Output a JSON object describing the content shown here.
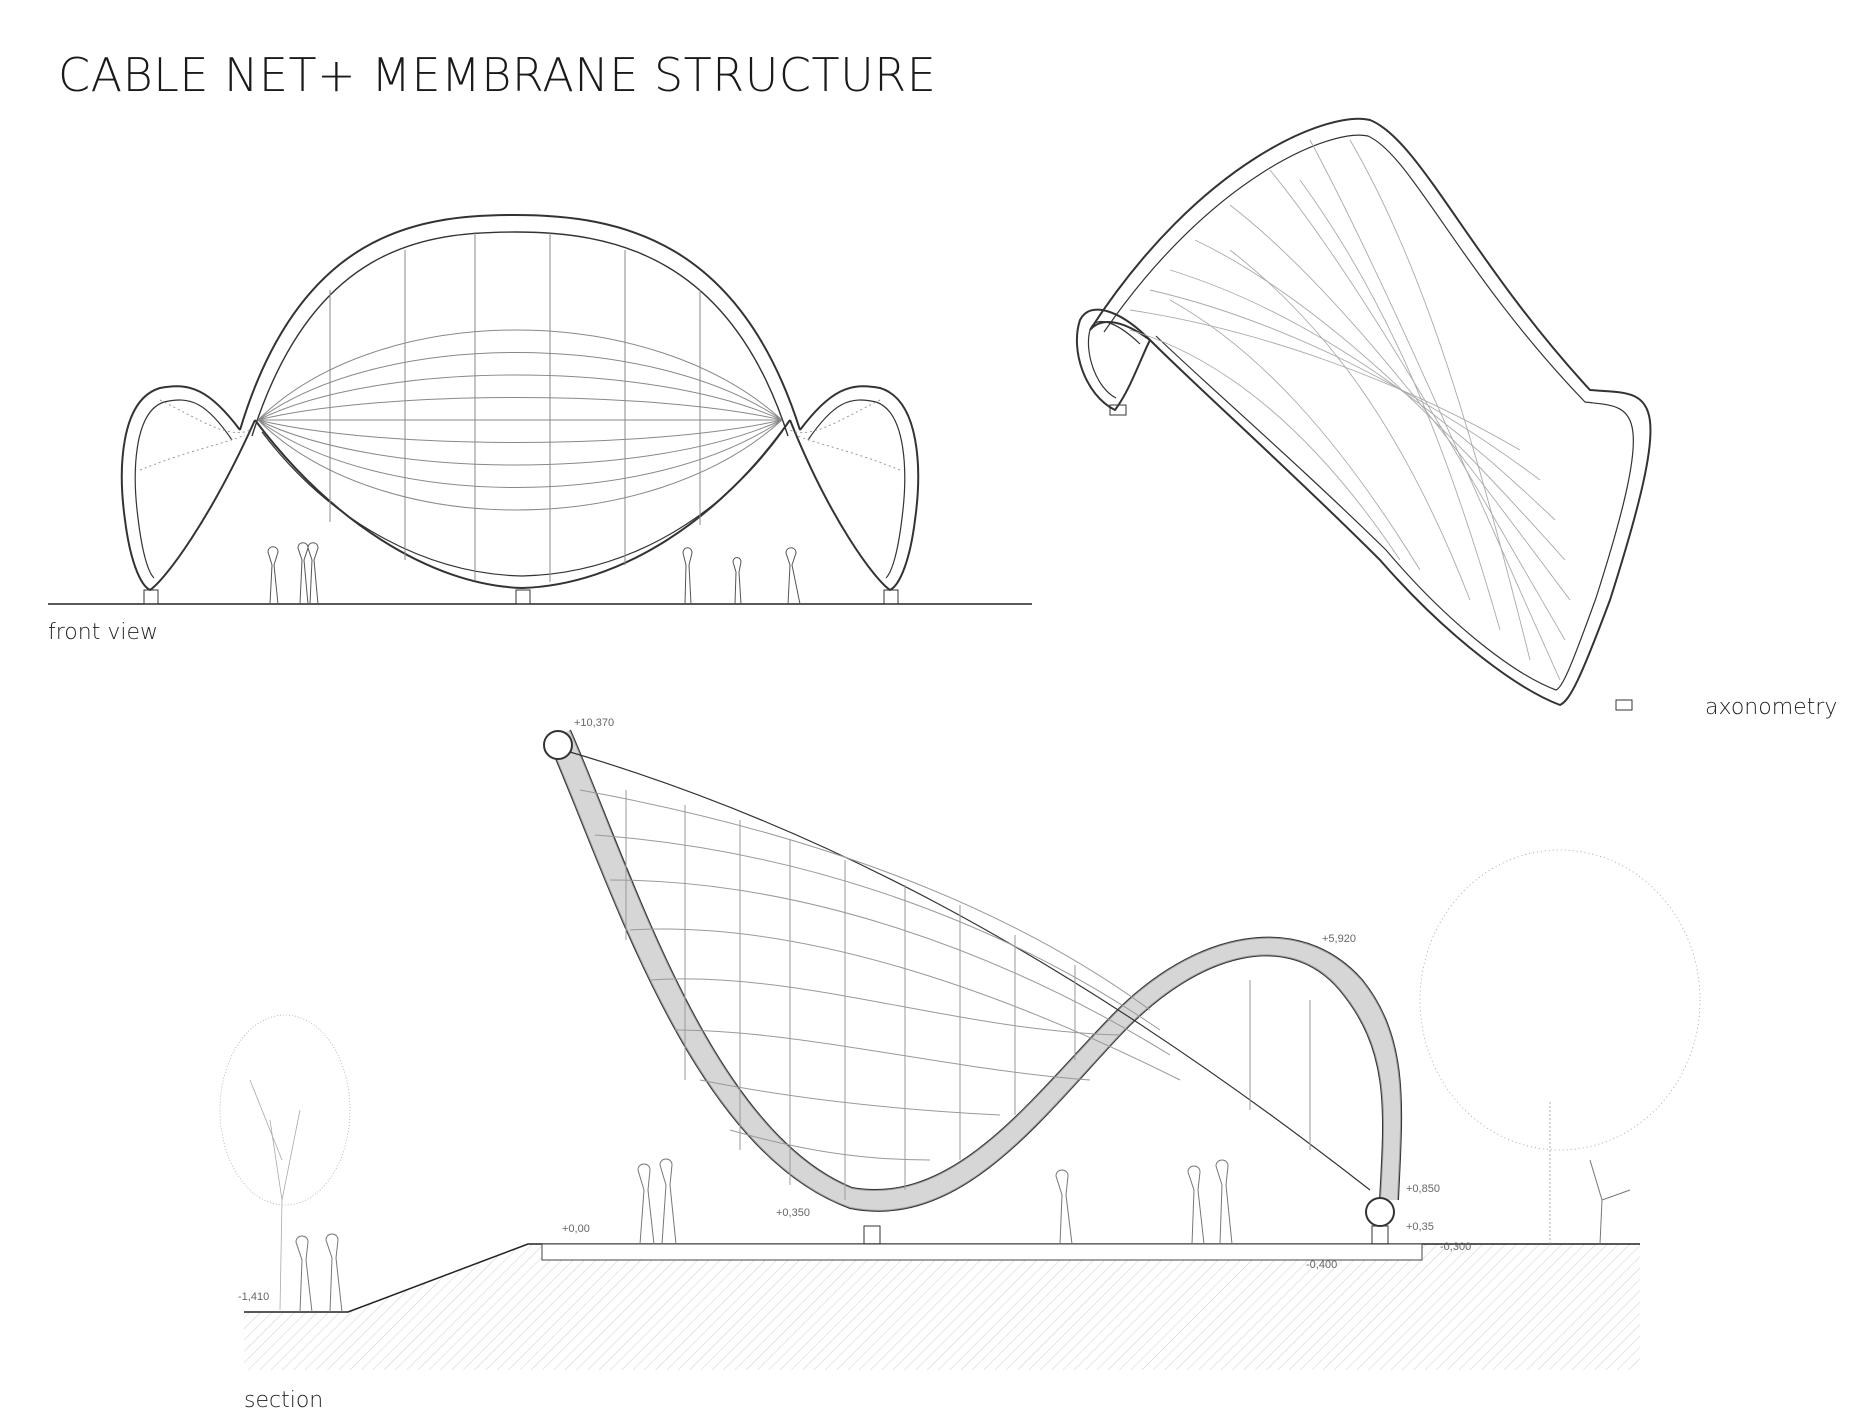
{
  "title": "CABLE NET+ MEMBRANE STRUCTURE",
  "views": {
    "front": "front view",
    "axonometry": "axonometry",
    "section": "section"
  },
  "section_levels": {
    "top": "+10,370",
    "crest": "+5,920",
    "ground": "+0,00",
    "support_left": "+0,350",
    "support_right_upper": "+0,850",
    "support_right_lower": "+0,35",
    "foundation_a": "-0,400",
    "foundation_b": "-0,300",
    "slope_base": "-1,410"
  },
  "colors": {
    "line": "#333333",
    "tube_fill": "#bdbdbd",
    "net": "#9a9a9a",
    "hatch": "#c8c8c8"
  }
}
